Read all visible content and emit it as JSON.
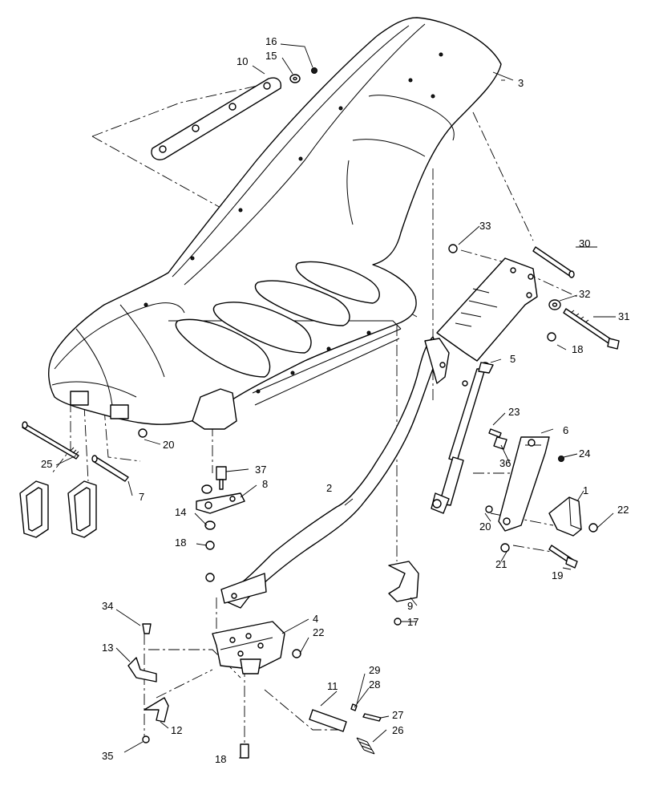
{
  "callouts": {
    "c1": "1",
    "c2": "2",
    "c3": "3",
    "c4": "4",
    "c5": "5",
    "c6": "6",
    "c7": "7",
    "c8": "8",
    "c9": "9",
    "c10": "10",
    "c11": "11",
    "c12": "12",
    "c13": "13",
    "c14": "14",
    "c15": "15",
    "c16": "16",
    "c17": "17",
    "c18a": "18",
    "c18b": "18",
    "c18c": "18",
    "c19": "19",
    "c20a": "20",
    "c20b": "20",
    "c21": "21",
    "c22a": "22",
    "c22b": "22",
    "c23": "23",
    "c24": "24",
    "c25": "25",
    "c26": "26",
    "c27": "27",
    "c28": "28",
    "c29": "29",
    "c30": "30",
    "c31": "31",
    "c32": "32",
    "c33": "33",
    "c34": "34",
    "c35": "35",
    "c36": "36",
    "c37": "37"
  },
  "colors": {
    "line": "#000000",
    "background": "#ffffff"
  }
}
